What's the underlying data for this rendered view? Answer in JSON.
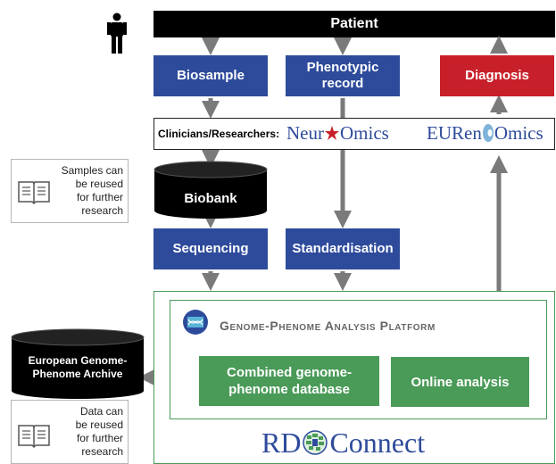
{
  "patient": {
    "label": "Patient"
  },
  "boxes": {
    "biosample": "Biosample",
    "phenotypic_record": "Phenotypic record",
    "diagnosis": "Diagnosis",
    "sequencing": "Sequencing",
    "standardisation": "Standardisation"
  },
  "clinicians_bar": {
    "label": "Clinicians/Researchers:",
    "neuromics": {
      "part1": "Neur",
      "part2": "Omics"
    },
    "eurenomics": {
      "part1": "EURen",
      "part2": "Omics"
    }
  },
  "notes": {
    "samples": [
      "Samples can",
      "be reused",
      "for further",
      "research"
    ],
    "data": [
      "Data can",
      "be reused",
      "for further",
      "research"
    ]
  },
  "biobank": {
    "label": "Biobank"
  },
  "ega": {
    "label_line1": "European Genome-",
    "label_line2": "Phenome Archive"
  },
  "platform": {
    "title": "Genome-Phenome Analysis Platform",
    "combined_db": "Combined genome-phenome database",
    "online_analysis": "Online analysis",
    "rd_connect": {
      "part1": "RD",
      "part2": "Connect"
    }
  },
  "colors": {
    "blue": "#2e4b9b",
    "red": "#c8202a",
    "green": "#4a9a58",
    "gray_arrow": "#7a7a7a",
    "rd_blue": "#2e4b9b"
  }
}
